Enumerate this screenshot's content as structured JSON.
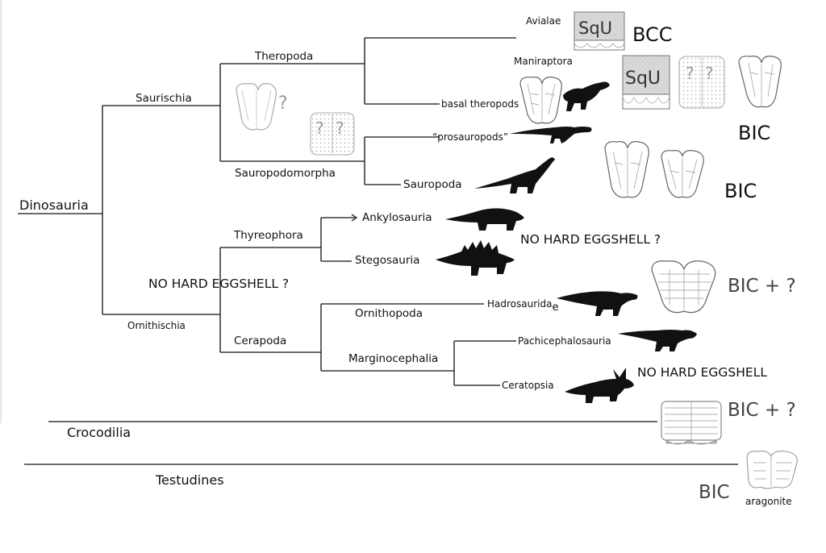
{
  "taxa": {
    "dinosauria": "Dinosauria",
    "saurischia": "Saurischia",
    "theropoda": "Theropoda",
    "avialae": "Avialae",
    "maniraptora": "Maniraptora",
    "basal_theropods": "basal theropods",
    "sauropodomorpha": "Sauropodomorpha",
    "prosauropods": "“prosauropods”",
    "sauropoda": "Sauropoda",
    "ornithischia": "Ornithischia",
    "thyreophora": "Thyreophora",
    "ankylosauria": "Ankylosauria",
    "stegosauria": "Stegosauria",
    "cerapoda": "Cerapoda",
    "ornithopoda": "Ornithopoda",
    "hadrosauridae": "Hadrosaurida",
    "hadrosauridae_suffix": "e",
    "marginocephalia": "Marginocephalia",
    "pachicephalosauria": "Pachicephalosauria",
    "ceratopsia": "Ceratopsia",
    "crocodilia": "Crocodilia",
    "testudines": "Testudines"
  },
  "annotations": {
    "bcc": "BCC",
    "bic_theropods": "BIC",
    "bic_sauropods": "BIC",
    "no_hard_ankylo": "NO HARD EGGSHELL ?",
    "no_hard_ornithischia": "NO HARD EGGSHELL ?",
    "bic_hadro": "BIC + ?",
    "no_hard_ceratopsia": "NO HARD EGGSHELL",
    "bic_croc": "BIC + ?",
    "bic_testudines": "BIC",
    "aragonite": "aragonite",
    "squ_avialae": "SqU",
    "squ_maniraptora": "SqU",
    "question_mark": "?",
    "qq_left": "?",
    "qq_right": "?",
    "qq2_left": "?",
    "qq2_right": "?"
  }
}
